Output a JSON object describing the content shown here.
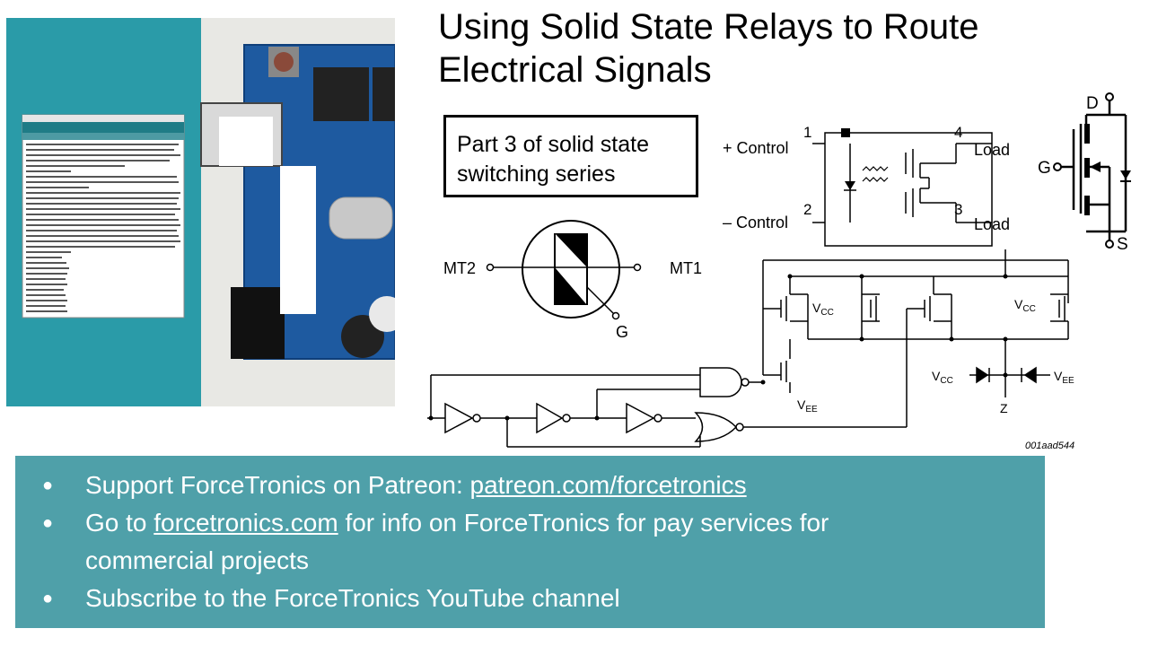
{
  "slide": {
    "title_line1": "Using Solid State Relays to Route",
    "title_line2": "Electrical Signals",
    "part_line1": "Part 3 of solid state",
    "part_line2": "switching series"
  },
  "diagrams": {
    "ssr": {
      "plus_control": "+ Control",
      "minus_control": "– Control",
      "pin1": "1",
      "pin2": "2",
      "pin3": "3",
      "pin4": "4",
      "load_top": "Load",
      "load_bottom": "Load"
    },
    "mosfet": {
      "d": "D",
      "g": "G",
      "s": "S"
    },
    "triac": {
      "mt2": "MT2",
      "mt1": "MT1",
      "g": "G"
    },
    "switch_circuit": {
      "vcc": "V",
      "vcc_sub": "CC",
      "vee": "V",
      "vee_sub": "EE",
      "z": "Z",
      "ref": "001aad544"
    }
  },
  "footer": {
    "bullet_glyph": "●",
    "b1_text": "Support ForceTronics on Patreon: ",
    "b1_link": "patreon.com/forcetronics",
    "b2_pre": "Go to ",
    "b2_link": "forcetronics.com",
    "b2_post": " for info on ForceTronics for pay services for commercial projects",
    "b3_text": "Subscribe to the ForceTronics YouTube channel"
  },
  "colors": {
    "teal": "#4fa0a9",
    "photo_teal": "#2a9ba8",
    "board_blue": "#1e5aa0"
  },
  "icons": [
    "arduino-board-photo",
    "code-editor-screenshot",
    "ssr-symbol",
    "mosfet-symbol",
    "triac-symbol",
    "switch-circuit-schematic"
  ]
}
